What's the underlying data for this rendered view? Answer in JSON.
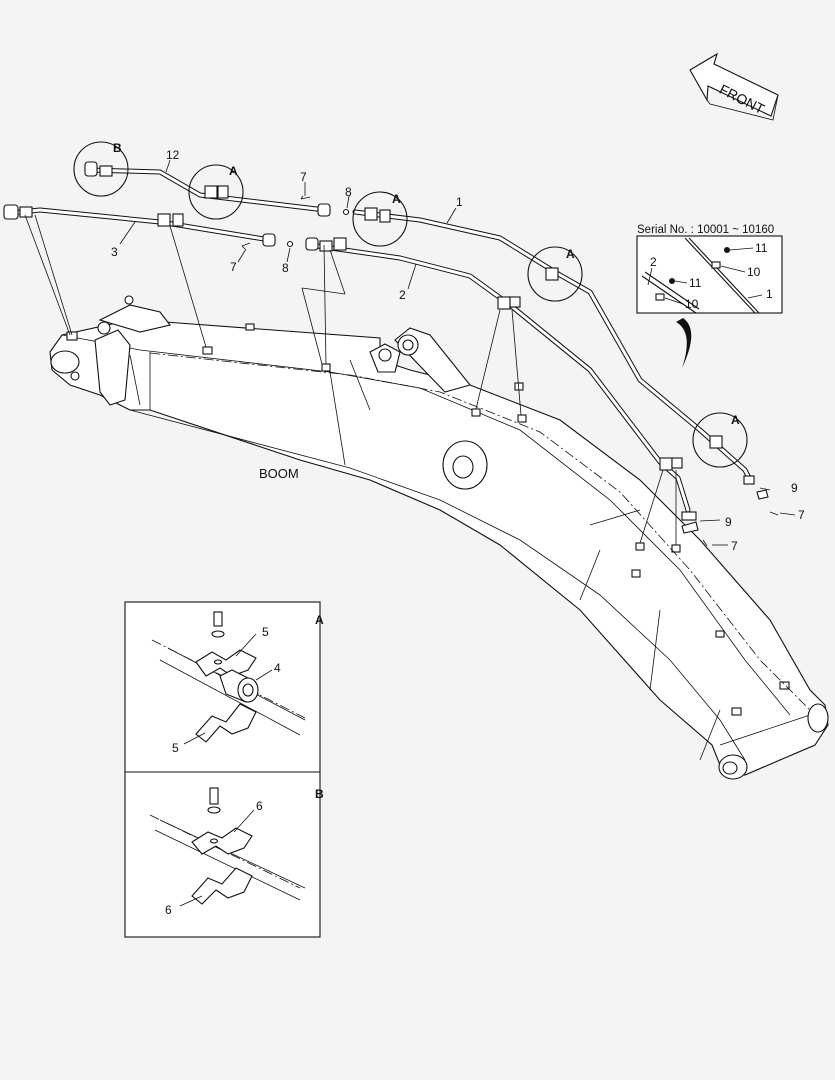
{
  "labels": {
    "front": "FRONT",
    "boom": "BOOM",
    "serial": "Serial No. : 10001 ~ 10160",
    "detail_a": "A",
    "detail_b": "B"
  },
  "callouts": {
    "c1": "1",
    "c2": "2",
    "c3": "3",
    "c4": "4",
    "c5": "5",
    "c6": "6",
    "c7": "7",
    "c8": "8",
    "c9": "9",
    "c10": "10",
    "c11": "11",
    "c12": "12",
    "callA": "A",
    "callB": "B"
  },
  "colors": {
    "line": "#111111",
    "background": "#f4f4f4",
    "paper": "#ffffff"
  }
}
